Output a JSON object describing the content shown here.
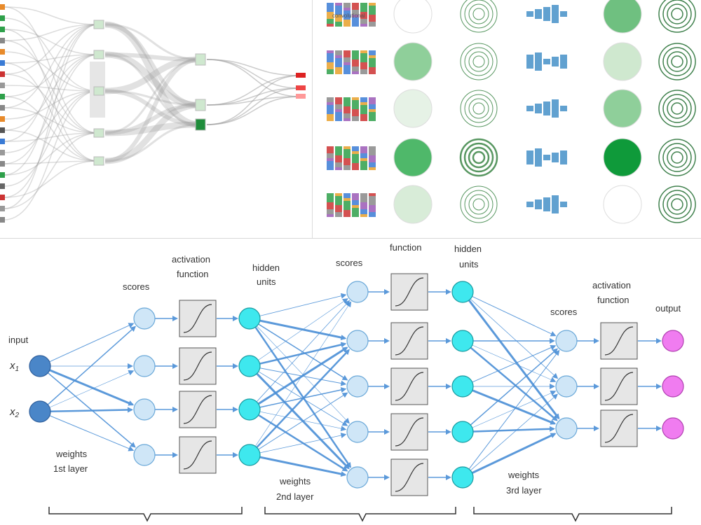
{
  "panel_top_left": {
    "title": "",
    "mark": "crossed-flow-ribbons"
  },
  "panel_top_right": {
    "cell_label": "convolutional"
  },
  "network": {
    "labels": {
      "input": "input",
      "x1": "x",
      "x1_sub": "1",
      "x2": "x",
      "x2_sub": "2",
      "scores_1": "scores",
      "activation_1_line1": "activation",
      "activation_1_line2": "function",
      "hidden_1_line1": "hidden",
      "hidden_1_line2": "units",
      "scores_2": "scores",
      "activation_2_line1": "function",
      "hidden_2_line1": "hidden",
      "hidden_2_line2": "units",
      "scores_3": "scores",
      "activation_3_line1": "activation",
      "activation_3_line2": "function",
      "output": "output",
      "weights_1_line1": "weights",
      "weights_1_line2": "1st layer",
      "weights_2_line1": "weights",
      "weights_2_line2": "2nd layer",
      "weights_3_line1": "weights",
      "weights_3_line2": "3rd layer"
    },
    "colors": {
      "input_node": "#4a86c8",
      "score_node": "#cfe6f7",
      "hidden_node": "#3ee8ee",
      "output_node": "#f07cf0",
      "edge": "#4a8fd6",
      "activation_box": "#e6e6e6"
    },
    "layers": {
      "input": 2,
      "scores_1": 4,
      "hidden_1": 4,
      "scores_2": 5,
      "hidden_2": 5,
      "scores_3": 3,
      "output": 3
    }
  }
}
